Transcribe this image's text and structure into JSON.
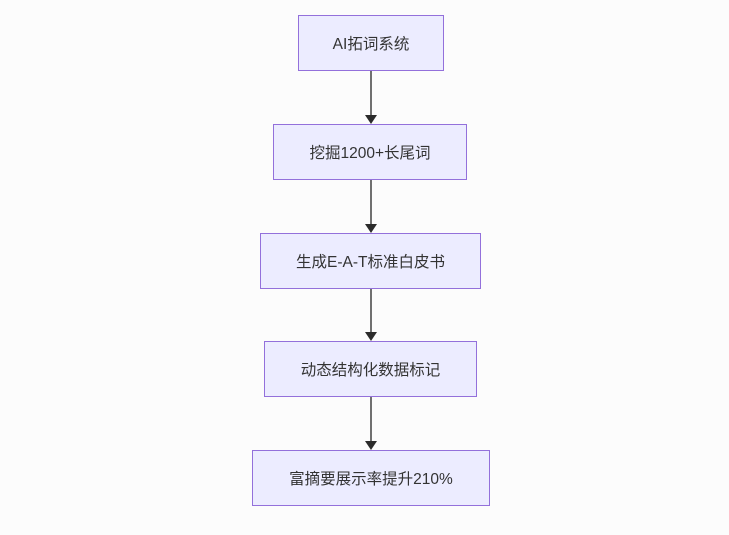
{
  "diagram": {
    "type": "flowchart",
    "direction": "top-down",
    "nodes": [
      {
        "id": "A",
        "label": "AI拓词系统"
      },
      {
        "id": "B",
        "label": "挖掘1200+长尾词"
      },
      {
        "id": "C",
        "label": "生成E-A-T标准白皮书"
      },
      {
        "id": "D",
        "label": "动态结构化数据标记"
      },
      {
        "id": "E",
        "label": "富摘要展示率提升210%"
      }
    ],
    "edges": [
      {
        "from": "A",
        "to": "B"
      },
      {
        "from": "B",
        "to": "C"
      },
      {
        "from": "C",
        "to": "D"
      },
      {
        "from": "D",
        "to": "E"
      }
    ]
  },
  "colors": {
    "node_fill": "#ECECFF",
    "node_border": "#9370DB",
    "node_text": "#333333",
    "edge_line": "#707070",
    "arrowhead": "#2b2b2b",
    "background": "#fcfcfc"
  }
}
